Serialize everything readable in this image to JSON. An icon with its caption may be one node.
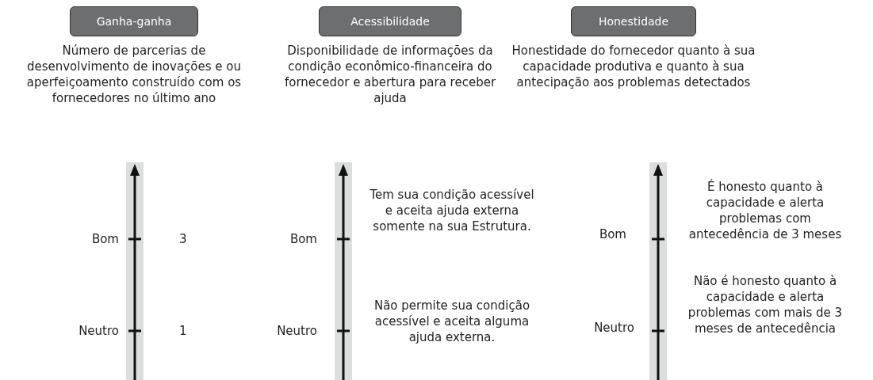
{
  "diagram": {
    "nodes": [
      {
        "text": [
          "Ganha-ganha"
        ],
        "beside": [
          "Número de parcerias de desenvolvimento de inovações e ou aperfeiçoamento construído com os fornecedores no último ano"
        ]
      },
      {
        "text": [
          "Acessibilidade"
        ],
        "beside": [
          "Disponibilidade de informações da condição econômico-financeira do fornecedor e abertura para receber ajuda"
        ]
      },
      {
        "text": [
          "Honestidade"
        ],
        "beside": [
          "Honestidade do fornecedor quanto à sua capacidade produtiva e quanto à sua antecipação aos problemas detectados"
        ]
      }
    ],
    "edges": [],
    "labels": [
      "Bom",
      "3",
      "Neutro",
      "1",
      "Bom",
      "Tem sua condição acessível e aceita ajuda externa somente na sua Estrutura.",
      "Neutro",
      "Não permite sua condição acessível e aceita alguma ajuda externa.",
      "Bom",
      "É honesto quanto à capacidade e alerta problemas com antecedência de 3 meses",
      "Neutro",
      "Não é honesto quanto à capacidade e alerta problemas com mais de 3 meses de antecedência"
    ]
  }
}
